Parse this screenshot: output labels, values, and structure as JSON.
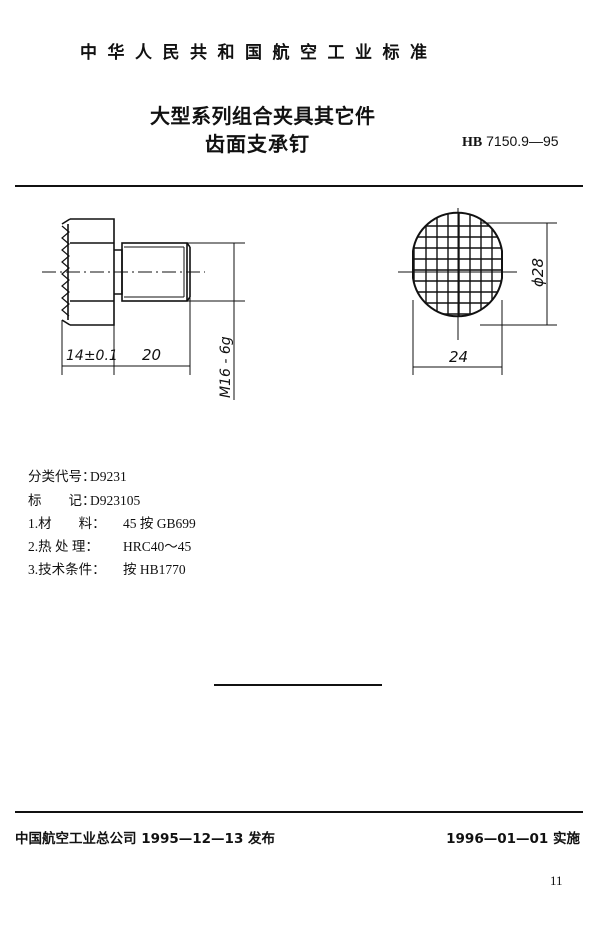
{
  "header": {
    "org_title": "中华人民共和国航空工业标准",
    "title_line1": "大型系列组合夹具其它件",
    "title_line2": "齿面支承钉",
    "std_prefix": "HB",
    "std_number": "7150.9—95"
  },
  "drawing": {
    "side_view": {
      "dim_head_length": "14±0.1",
      "dim_shank_length": "20",
      "dim_thread": "M16 - 6g"
    },
    "end_view": {
      "dim_diameter": "ϕ28",
      "dim_width": "24"
    }
  },
  "info": {
    "items": [
      {
        "label": "分类代号：",
        "value": "D9231"
      },
      {
        "label": "标　　记：",
        "value": "D923105"
      },
      {
        "label": "1.材　　料：",
        "value": "45 按 GB699"
      },
      {
        "label": "2.热 处 理：",
        "value": "HRC40～45"
      },
      {
        "label": "3.技术条件：",
        "value": "按 HB1770"
      }
    ]
  },
  "footer": {
    "issued": "中国航空工业总公司 1995—12—13 发布",
    "effective": "1996—01—01 实施",
    "page_number": "11"
  }
}
